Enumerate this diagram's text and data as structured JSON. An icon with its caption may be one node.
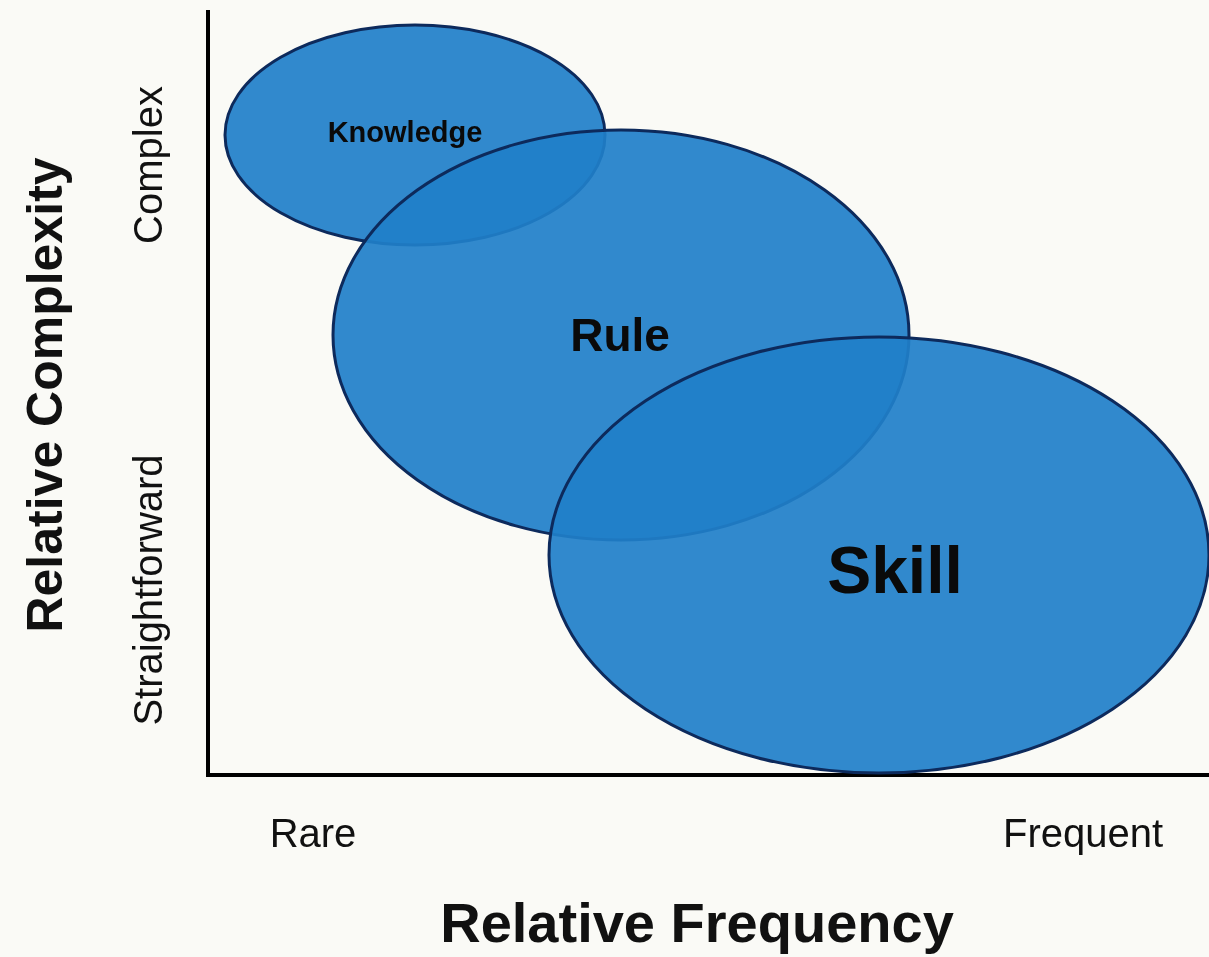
{
  "diagram": {
    "nodes": [
      {
        "text": [
          "Knowledge"
        ]
      },
      {
        "text": [
          "Rule"
        ]
      },
      {
        "text": [
          "Skill"
        ]
      }
    ],
    "labels": [
      "Relative Complexity",
      "Complex",
      "Straightforward",
      "Rare",
      "Frequent",
      "Relative Frequency"
    ]
  }
}
